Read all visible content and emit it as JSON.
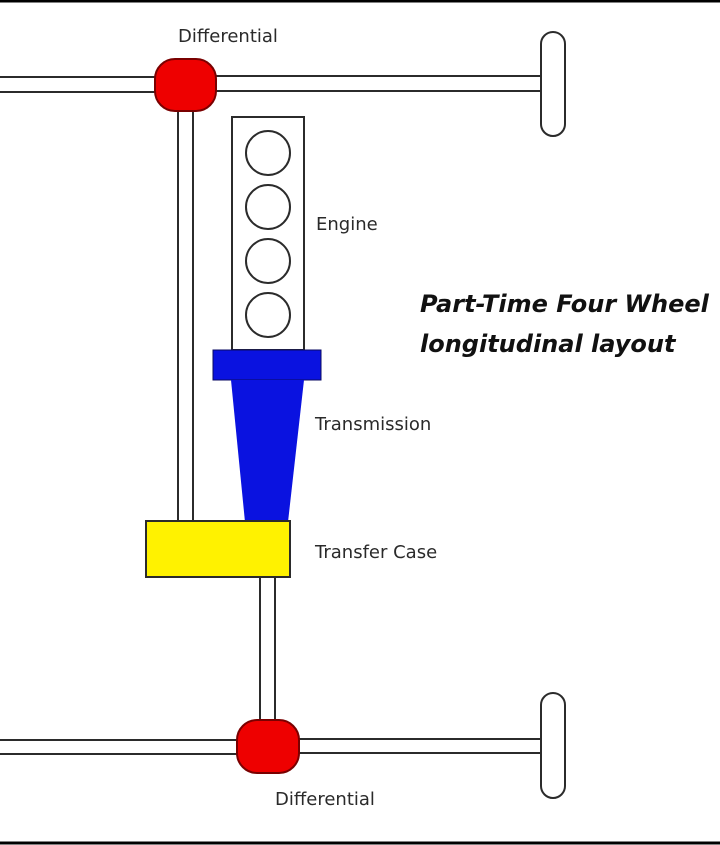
{
  "title": {
    "line1": "Part-Time Four Wheel",
    "line2": "longitudinal layout"
  },
  "labels": {
    "front_differential": "Differential",
    "engine": "Engine",
    "transmission": "Transmission",
    "transfer_case": "Transfer Case",
    "rear_differential": "Differential"
  },
  "engine": {
    "cylinder_count": 4
  },
  "colors": {
    "differential": "#ee0000",
    "transmission": "#0a12e0",
    "transfer_case": "#fff200",
    "stroke": "#2b2b2b",
    "border": "#000000"
  }
}
